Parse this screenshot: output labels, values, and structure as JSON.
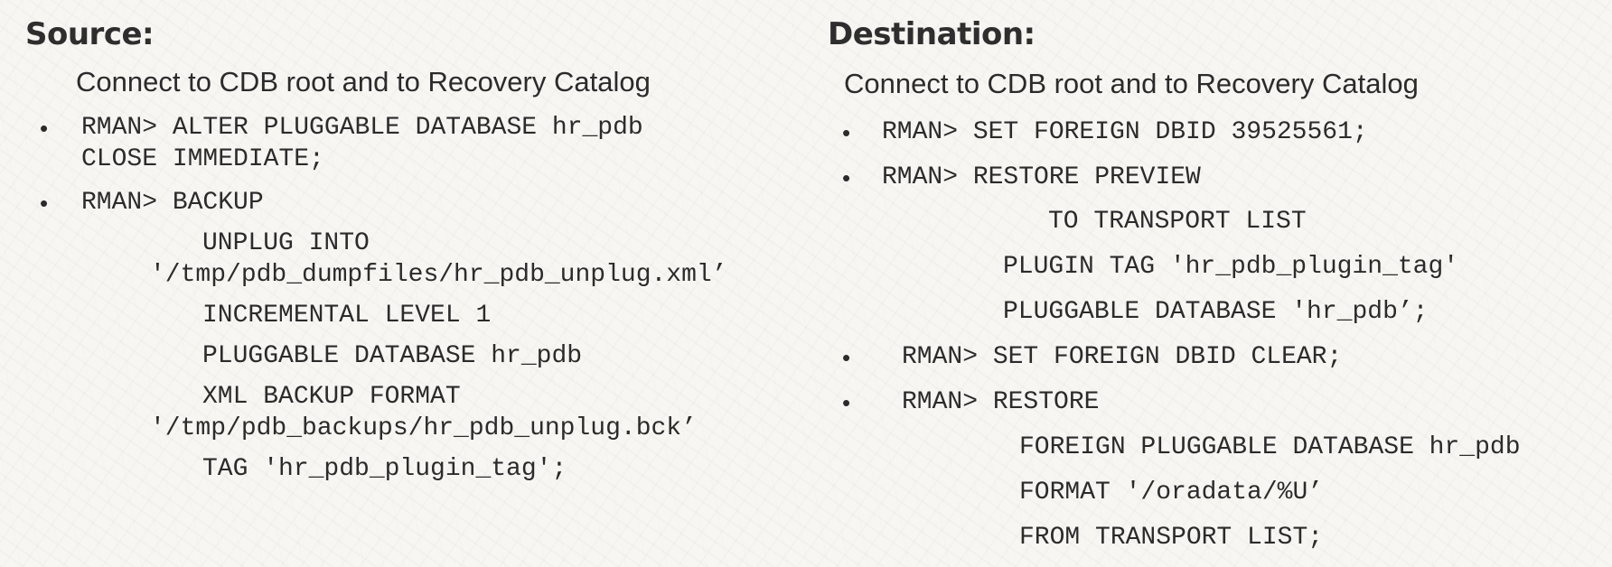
{
  "source": {
    "heading": "Source:",
    "subheading": "Connect to CDB root and to Recovery Catalog",
    "bullet_symbol": "•",
    "lines": [
      "RMAN> ALTER PLUGGABLE DATABASE hr_pdb",
      "CLOSE IMMEDIATE;",
      "RMAN> BACKUP",
      "UNPLUG INTO",
      "'/tmp/pdb_dumpfiles/hr_pdb_unplug.xml’",
      "INCREMENTAL LEVEL 1",
      "PLUGGABLE DATABASE hr_pdb",
      "XML BACKUP FORMAT",
      "'/tmp/pdb_backups/hr_pdb_unplug.bck’",
      "TAG 'hr_pdb_plugin_tag';"
    ]
  },
  "destination": {
    "heading": "Destination:",
    "subheading": "Connect to CDB root and to Recovery Catalog",
    "bullet_symbol": "•",
    "lines": [
      "RMAN> SET FOREIGN DBID 39525561;",
      "RMAN> RESTORE PREVIEW",
      "TO TRANSPORT LIST",
      "PLUGIN TAG 'hr_pdb_plugin_tag'",
      "PLUGGABLE DATABASE 'hr_pdb’;",
      "RMAN> SET FOREIGN DBID CLEAR;",
      "RMAN> RESTORE",
      "FOREIGN PLUGGABLE DATABASE hr_pdb",
      "FORMAT '/oradata/%U’",
      "FROM TRANSPORT LIST;"
    ]
  }
}
